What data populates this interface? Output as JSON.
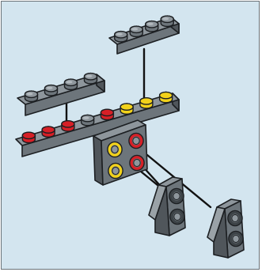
{
  "illustration": {
    "kind": "brick-assembly-step",
    "colors": {
      "background": "#d3e5ef",
      "brick_top": "#8e969c",
      "brick_front": "#6d757b",
      "brick_side": "#50565b",
      "outline": "#1c1f22",
      "stud_red": "#d61f26",
      "stud_yellow": "#f2d21a",
      "connector": "#111111"
    },
    "parts": [
      {
        "name": "plate-1x4-upper-right",
        "studs": 4
      },
      {
        "name": "plate-1x4-upper-left",
        "studs": 4
      },
      {
        "name": "plate-1x8-base",
        "studs": 8,
        "highlighted_studs": [
          "red",
          "red",
          "red",
          "red",
          "yellow",
          "yellow",
          "yellow"
        ]
      },
      {
        "name": "bracket-2x2",
        "highlighted_studs": [
          "yellow",
          "red",
          "yellow",
          "red"
        ]
      },
      {
        "name": "slope-brick-left"
      },
      {
        "name": "slope-brick-right"
      }
    ]
  }
}
